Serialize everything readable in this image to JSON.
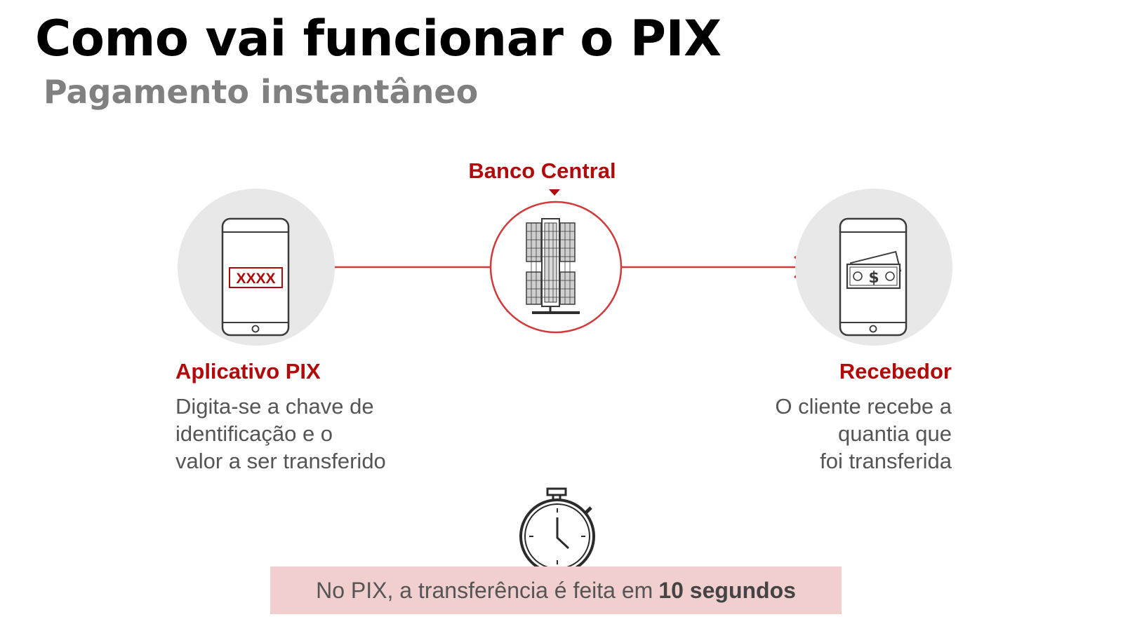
{
  "title": "Como vai funcionar o PIX",
  "subtitle": "Pagamento instantâneo",
  "central": {
    "label": "Banco Central",
    "icon": "building-icon"
  },
  "sender": {
    "title": "Aplicativo PIX",
    "screen_text": "XXXX",
    "description": [
      "Digita-se a chave de",
      "identificação e o",
      "valor a ser transferido"
    ],
    "icon": "smartphone-icon"
  },
  "receiver": {
    "title": "Recebedor",
    "description": [
      "O cliente recebe a",
      "quantia que",
      "foi transferida"
    ],
    "icon": "money-phone-icon"
  },
  "footer": {
    "text": "No PIX, a transferência é feita em",
    "highlight": "10 segundos",
    "icon": "stopwatch-icon"
  },
  "colors": {
    "accent": "#b00a0a",
    "line": "#d13a3a",
    "circle_bg": "#e8e8e8",
    "banner_bg": "#f2cfcf",
    "subtitle": "#808080"
  }
}
